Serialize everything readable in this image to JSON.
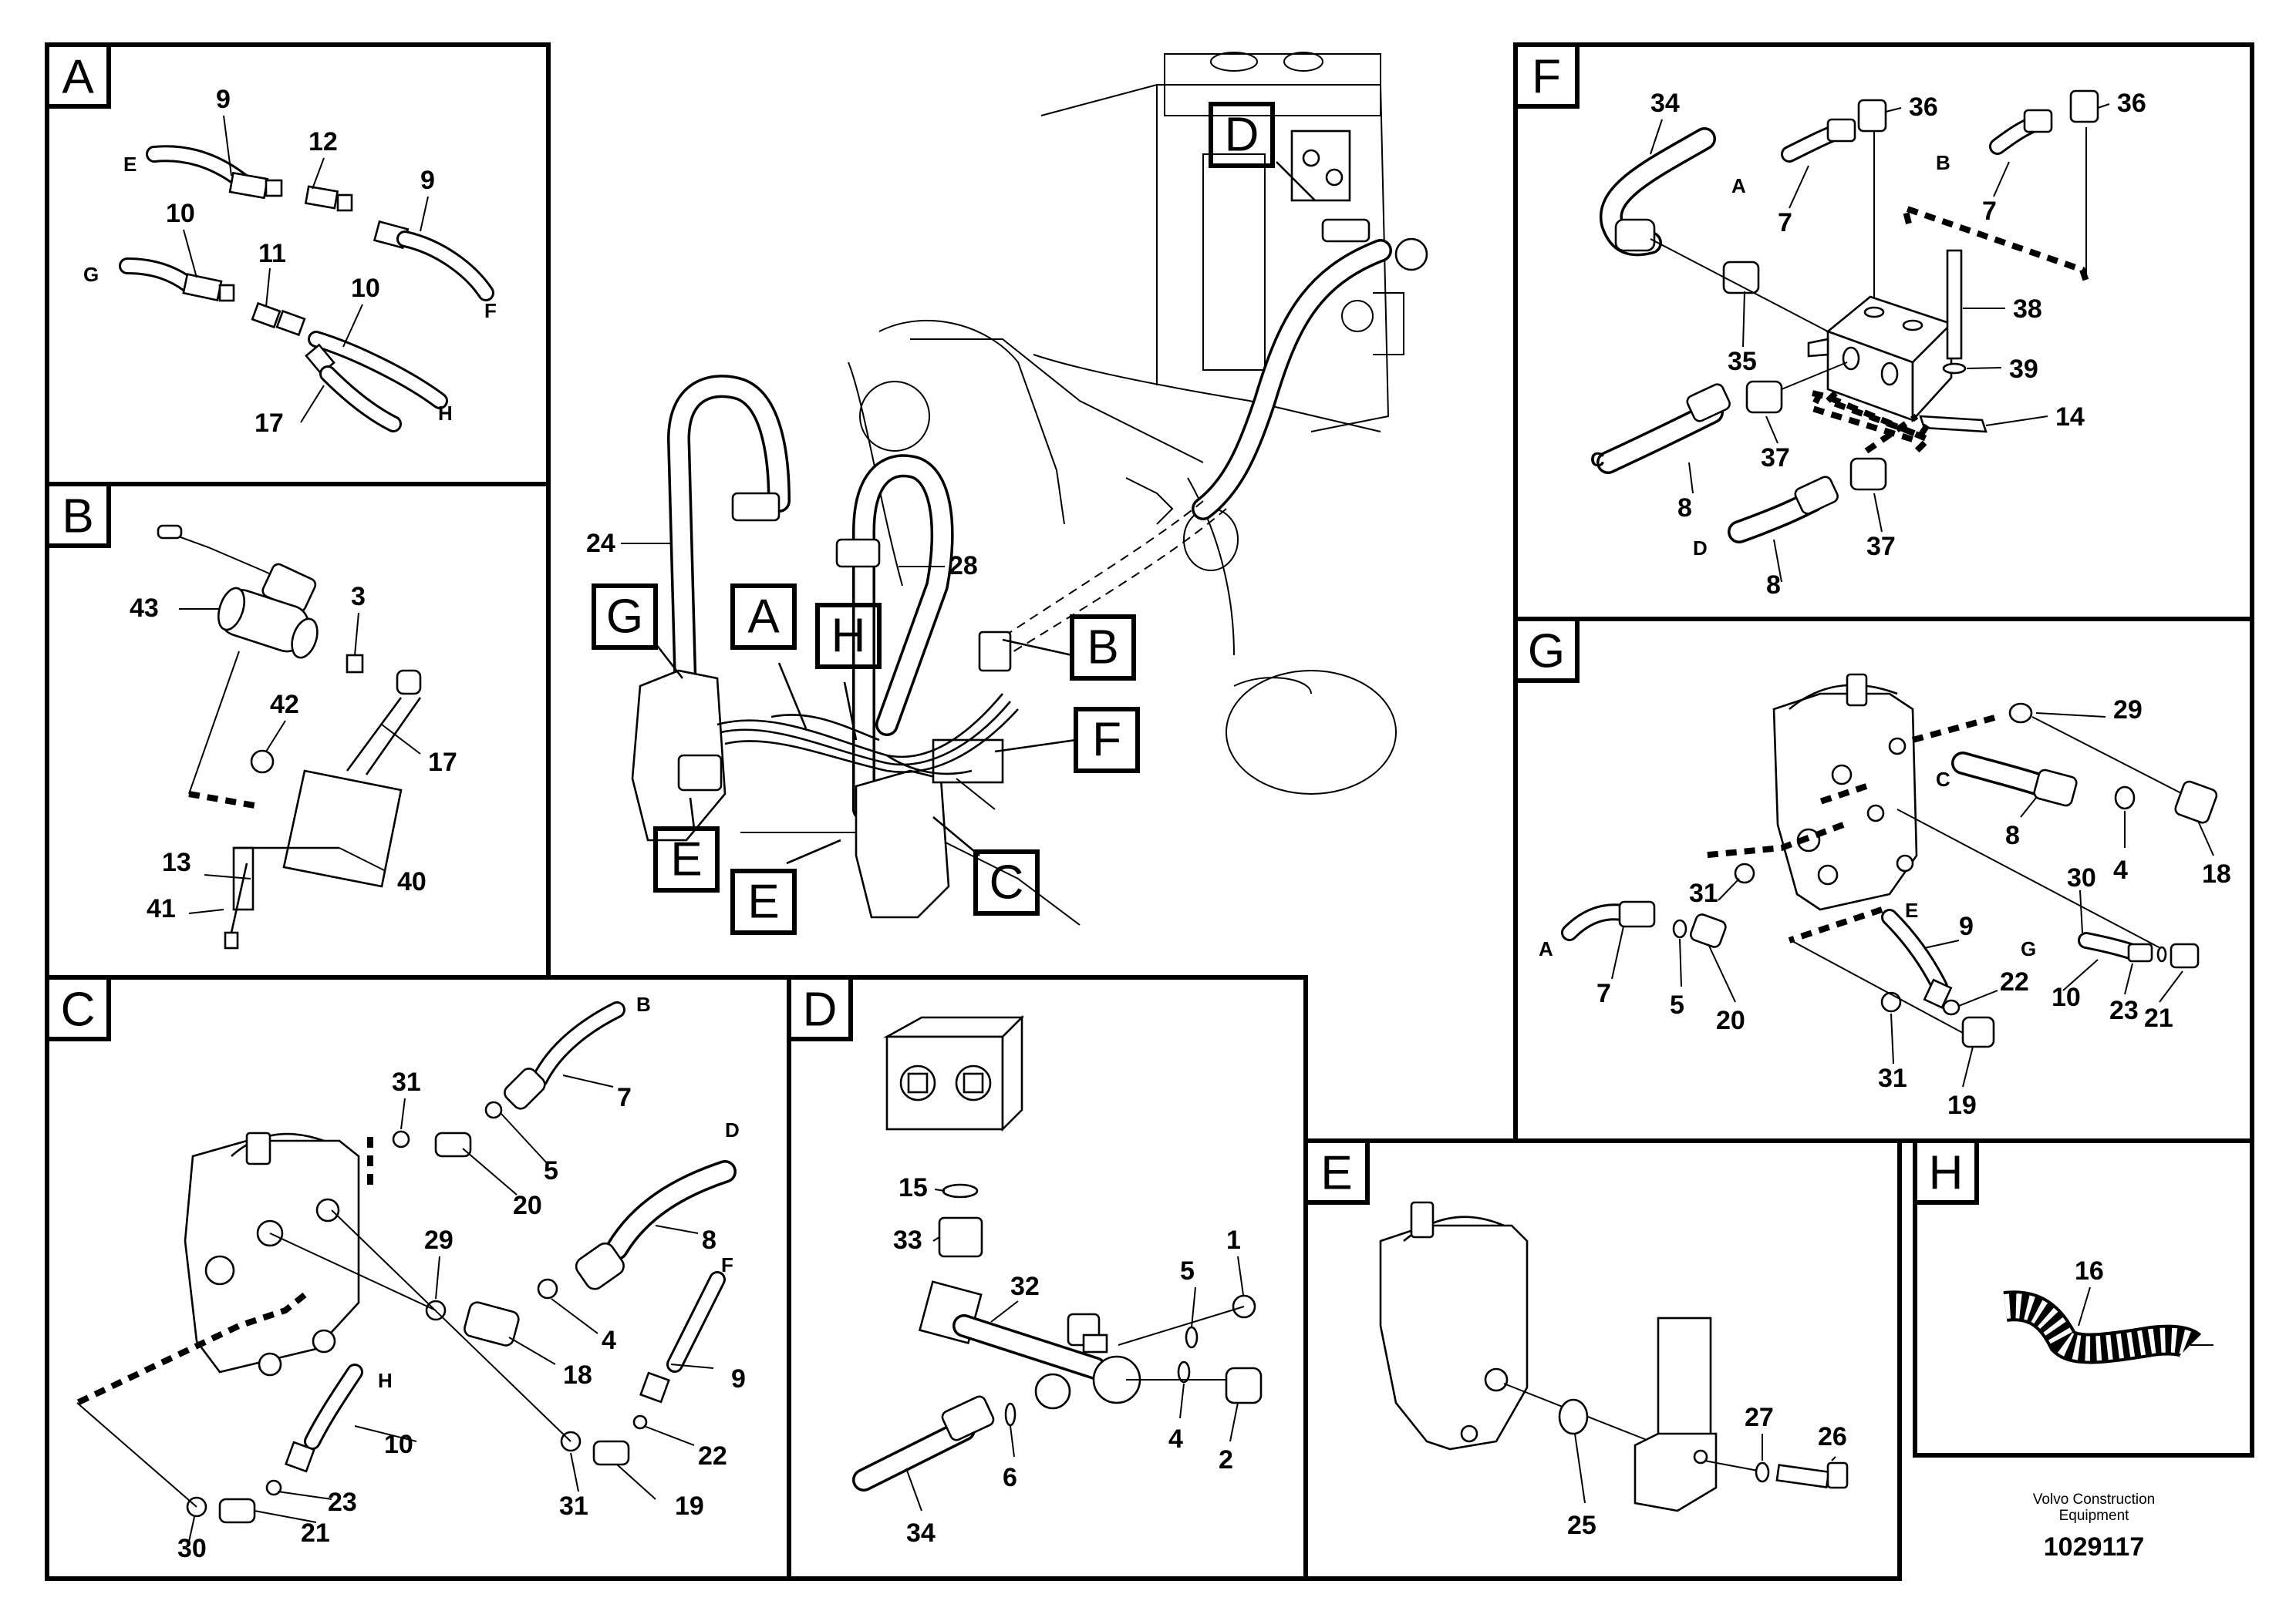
{
  "panels": {
    "A": {
      "label": "A",
      "parts": [
        "9",
        "12",
        "9",
        "10",
        "11",
        "10",
        "17"
      ],
      "hose_ends": [
        "E",
        "F",
        "G",
        "H"
      ]
    },
    "B": {
      "label": "B",
      "parts": [
        "43",
        "3",
        "42",
        "17",
        "13",
        "40",
        "41"
      ]
    },
    "C": {
      "label": "C",
      "parts": [
        "31",
        "7",
        "5",
        "20",
        "29",
        "8",
        "4",
        "18",
        "9",
        "22",
        "10",
        "23",
        "21",
        "19",
        "30",
        "31"
      ],
      "hose_ends": [
        "B",
        "D",
        "F",
        "H"
      ]
    },
    "D": {
      "label": "D",
      "parts": [
        "15",
        "33",
        "32",
        "5",
        "1",
        "4",
        "2",
        "6",
        "34"
      ]
    },
    "E": {
      "label": "E",
      "parts": [
        "25",
        "27",
        "26"
      ]
    },
    "F": {
      "label": "F",
      "parts": [
        "34",
        "36",
        "36",
        "7",
        "7",
        "38",
        "35",
        "39",
        "14",
        "8",
        "37",
        "37",
        "8"
      ],
      "hose_ends": [
        "A",
        "B",
        "C",
        "D"
      ]
    },
    "G": {
      "label": "G",
      "parts": [
        "29",
        "8",
        "4",
        "18",
        "30",
        "31",
        "9",
        "7",
        "5",
        "20",
        "22",
        "10",
        "23",
        "21",
        "31",
        "19"
      ],
      "hose_ends": [
        "C",
        "A",
        "E",
        "G"
      ]
    },
    "H": {
      "label": "H",
      "parts": [
        "16"
      ]
    }
  },
  "overview": {
    "callouts": [
      "D",
      "G",
      "A",
      "H",
      "B",
      "F",
      "E",
      "E",
      "C"
    ],
    "parts": [
      "24",
      "28"
    ]
  },
  "footer": {
    "brand_line1": "Volvo Construction",
    "brand_line2": "Equipment",
    "doc_number": "1029117"
  }
}
